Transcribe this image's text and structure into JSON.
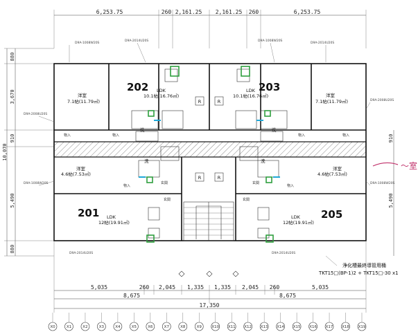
{
  "units": [
    "202",
    "203",
    "201",
    "205"
  ],
  "top_dimensions": [
    "6,253.75",
    "260",
    "2,161.25",
    "2,161.25",
    "260",
    "6,253.75"
  ],
  "bottom_dimensions_row1": [
    "5,035",
    "260",
    "2,045",
    "1,335",
    "1,335",
    "2,045",
    "260",
    "5,035"
  ],
  "bottom_dimensions_row2": [
    "8,675",
    "8,675"
  ],
  "bottom_total": "17,350",
  "left_dimensions": [
    "880",
    "3,670",
    "910",
    "5,490",
    "880"
  ],
  "left_total": "10,070",
  "right_dimensions": [
    "910",
    "5,490"
  ],
  "grid_labels": [
    "X0",
    "X1",
    "X2",
    "X3",
    "X4",
    "X5",
    "X6",
    "X7",
    "X8",
    "X9",
    "X10",
    "X11",
    "X12",
    "X13",
    "X14",
    "X15",
    "X16",
    "X17",
    "X18",
    "X19"
  ],
  "rooms": {
    "youshitsu": "洋室",
    "youshitsu_202_size": "7.1帖(11.79㎡)",
    "youshitsu_203_size": "7.1帖(11.79㎡)",
    "youshitsu_b_202_size": "4.6帖(7.53㎡)",
    "youshitsu_b_203_size": "4.6帖(7.53㎡)",
    "ldk": "LDK",
    "ldk_202_size": "10.1帖(16.76㎡)",
    "ldk_203_size": "10.1帖(16.76㎡)",
    "ldk_201_size": "12帖(19.91㎡)",
    "ldk_205_size": "12帖(19.91㎡)",
    "genkan": "玄関",
    "shunou": "物入",
    "sen": "洗",
    "r_mark": "R"
  },
  "equipment_labels": [
    "D9A-1008W20S",
    "D9A-2014U20S",
    "D9A-1008W20S",
    "D9A-2014U20S",
    "D9A-2008U20S",
    "D9A-2008U20S",
    "D9A-1008W20S",
    "D9A-1008W20S",
    "D9A-2014U20S",
    "D9A-2014U20S"
  ],
  "septic_note_line1": "浄化槽最終導管用桶",
  "septic_note_line2": "TKT15□(BP-1)2 + TKT15□-30 x1",
  "handwritten": "～室",
  "colors": {
    "green": "#2e9e3e",
    "cyan": "#1ea8d8",
    "pink": "#c0306a",
    "line": "#111111",
    "hatch": "#444444"
  }
}
